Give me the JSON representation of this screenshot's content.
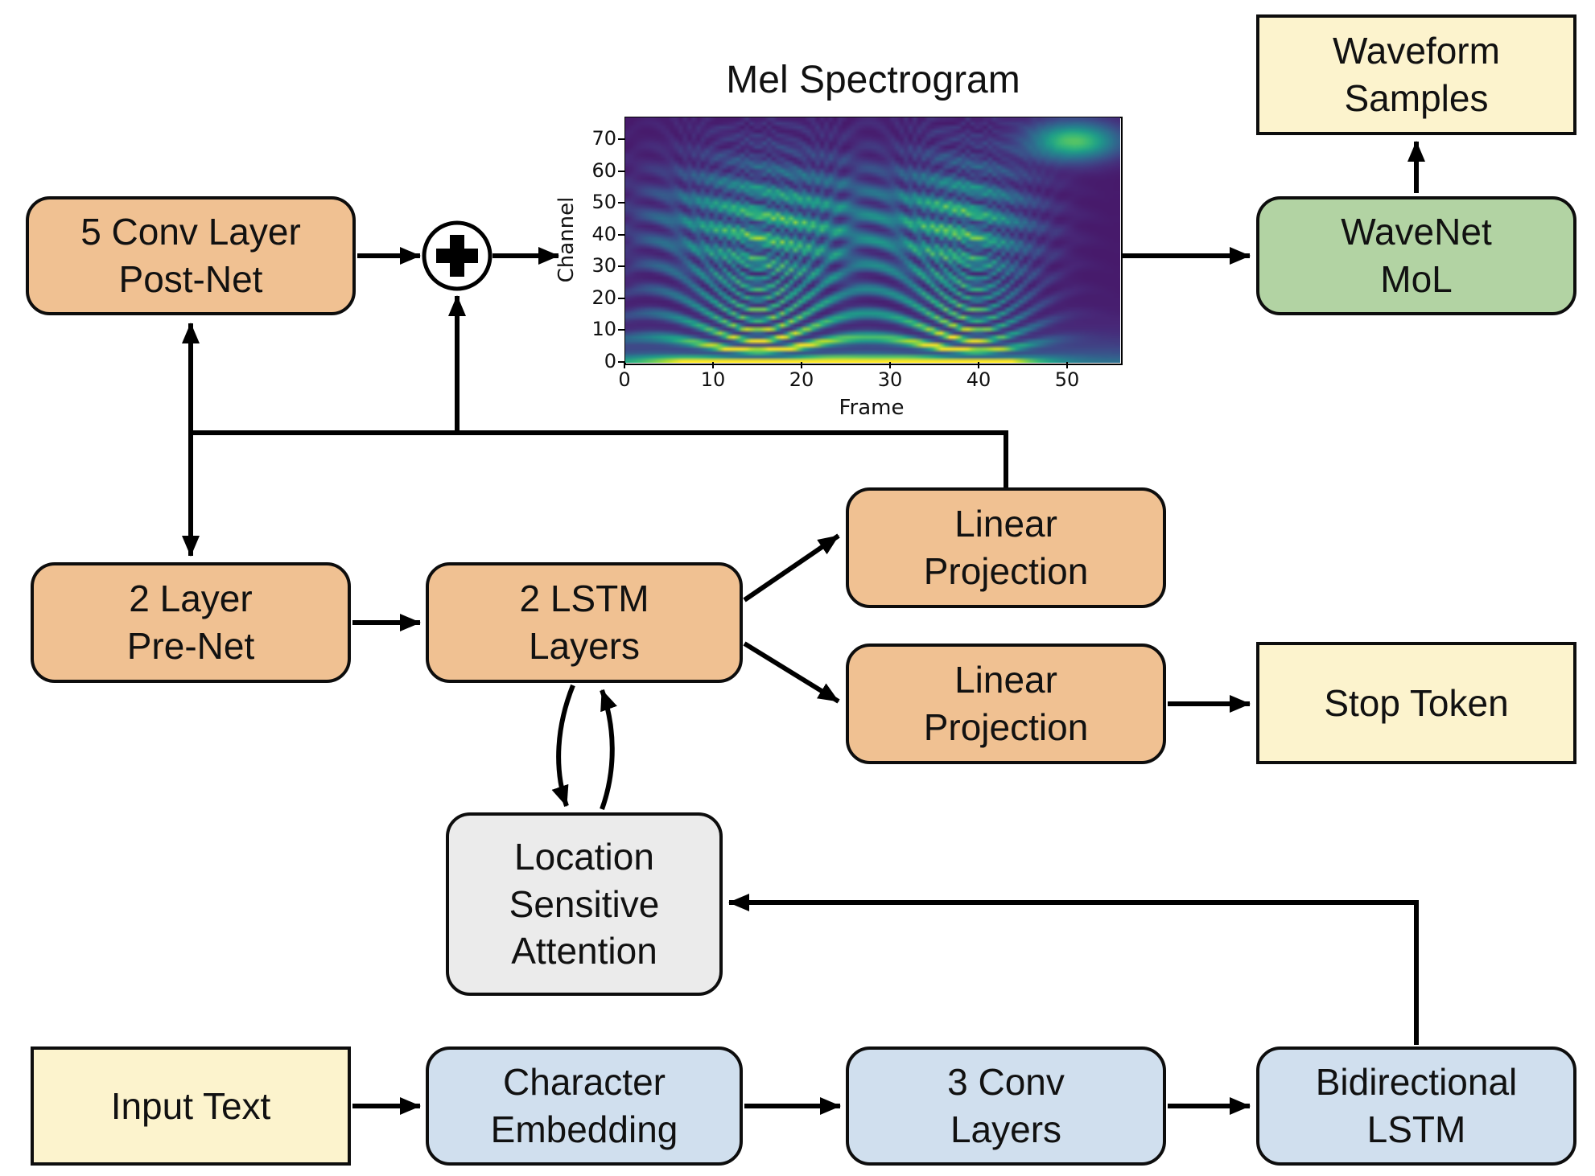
{
  "nodes": {
    "post_net": {
      "label": "5 Conv Layer\nPost-Net"
    },
    "waveform": {
      "label": "Waveform\nSamples"
    },
    "wavenet": {
      "label": "WaveNet\nMoL"
    },
    "pre_net": {
      "label": "2 Layer\nPre-Net"
    },
    "lstm": {
      "label": "2 LSTM\nLayers"
    },
    "lin_proj_mel": {
      "label": "Linear\nProjection"
    },
    "lin_proj_stop": {
      "label": "Linear\nProjection"
    },
    "stop_token": {
      "label": "Stop Token"
    },
    "attention": {
      "label": "Location\nSensitive\nAttention"
    },
    "input_text": {
      "label": "Input Text"
    },
    "char_embed": {
      "label": "Character\nEmbedding"
    },
    "conv3": {
      "label": "3 Conv\nLayers"
    },
    "bilstm": {
      "label": "Bidirectional\nLSTM"
    }
  },
  "spectrogram": {
    "title": "Mel Spectrogram",
    "xlabel": "Frame",
    "ylabel": "Channel",
    "yticks": [
      "0",
      "10",
      "20",
      "30",
      "40",
      "50",
      "60",
      "70"
    ],
    "xticks": [
      "0",
      "10",
      "20",
      "30",
      "40",
      "50"
    ]
  },
  "icons": {
    "sum_symbol": "plus-in-circle"
  },
  "colors": {
    "box_orange": "#f0c192",
    "box_yellow": "#fcf3cd",
    "box_green": "#b2d3a3",
    "box_blue": "#d0dfee",
    "box_gray": "#ebebeb",
    "arrow": "#000000",
    "spec_background": "#44155e"
  }
}
